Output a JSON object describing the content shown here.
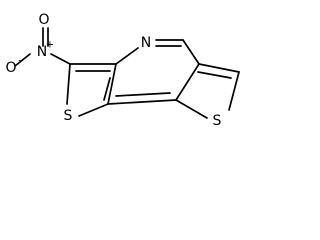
{
  "molecule": {
    "atoms": {
      "nitro_oxygen_label": "O",
      "nitro_oxygen_charge": "-",
      "nitro_nitrogen_label": "N",
      "nitro_nitrogen_charge": "+",
      "ring_nitrogen_label": "N",
      "left_sulfur_label": "S",
      "right_sulfur_label": "S"
    }
  }
}
